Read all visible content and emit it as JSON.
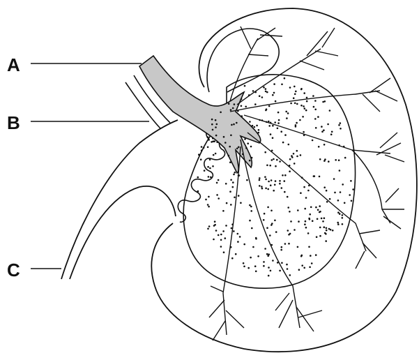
{
  "labels": {
    "a": "A",
    "b": "B",
    "c": "C"
  },
  "colors": {
    "line": "#111111",
    "ureter_fill": "#c8c8c8",
    "background": "#ffffff"
  }
}
